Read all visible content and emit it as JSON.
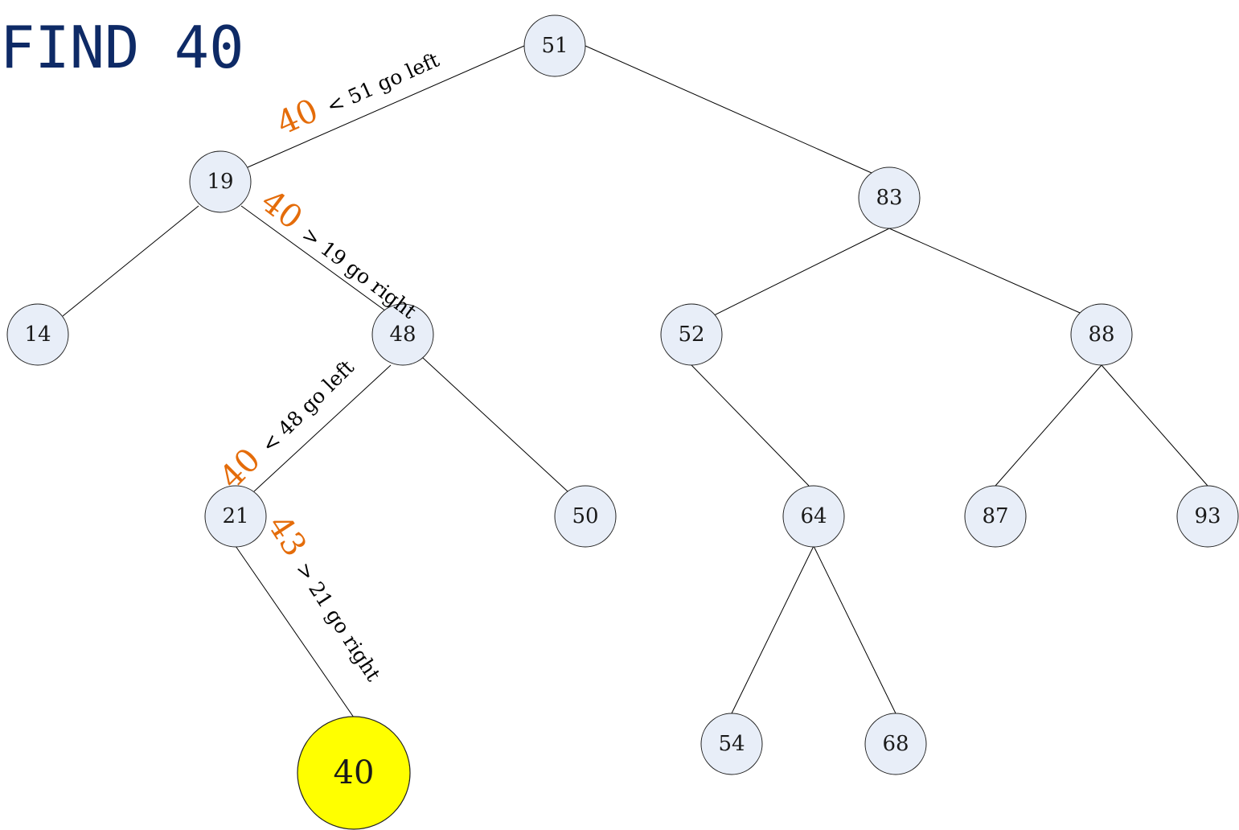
{
  "title": "FIND 40",
  "colors": {
    "node_fill": "#e8eef8",
    "found_fill": "#ffff00",
    "title": "#0e2a66",
    "step_number": "#e46c0a"
  },
  "nodes": {
    "n51": "51",
    "n19": "19",
    "n83": "83",
    "n14": "14",
    "n48": "48",
    "n52": "52",
    "n88": "88",
    "n21": "21",
    "n50": "50",
    "n64": "64",
    "n87": "87",
    "n93": "93",
    "n40": "40",
    "n54": "54",
    "n68": "68"
  },
  "steps": [
    {
      "number": "40",
      "text": "< 51 go left"
    },
    {
      "number": "40",
      "text": "> 19 go right"
    },
    {
      "number": "40",
      "text": "< 48 go left"
    },
    {
      "number": "43",
      "text": "> 21 go right"
    }
  ]
}
